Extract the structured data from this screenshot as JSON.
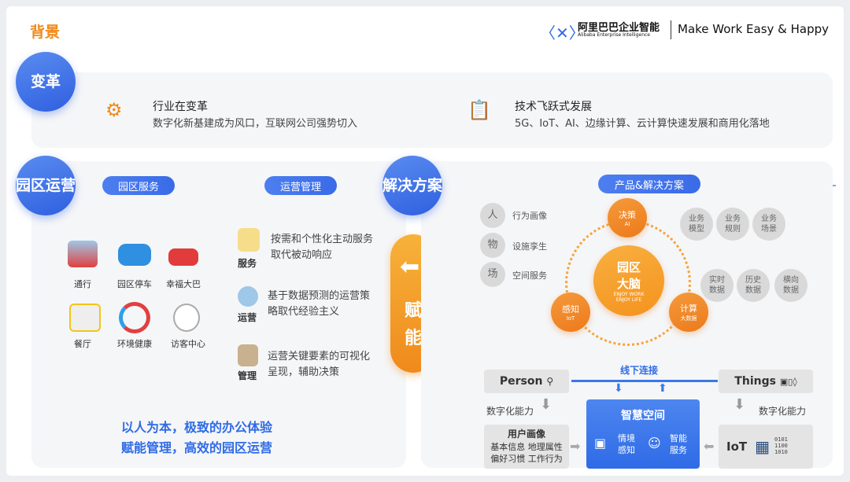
{
  "header": {
    "title": "背景",
    "brand_cn": "阿里巴巴企业智能",
    "brand_en": "Alibaba Enterprise Intelligence",
    "slogan": "Make Work Easy & Happy"
  },
  "change": {
    "circle": "变革",
    "items": [
      {
        "title": "行业在变革",
        "desc": "数字化新基建成为风口，互联网公司强势切入"
      },
      {
        "title": "技术飞跃式发展",
        "desc": "5G、IoT、AI、边缘计算、云计算快速发展和商用化落地"
      }
    ]
  },
  "ops": {
    "circle": "园区运营",
    "pill_service": "园区服务",
    "pill_manage": "运营管理",
    "services": [
      "通行",
      "园区停车",
      "幸福大巴",
      "餐厅",
      "环境健康",
      "访客中心"
    ],
    "manage": [
      {
        "label": "服务",
        "desc": "按需和个性化主动服务取代被动响应"
      },
      {
        "label": "运营",
        "desc": "基于数据预测的运营策略取代经验主义"
      },
      {
        "label": "管理",
        "desc": "运营关键要素的可视化呈现，辅助决策"
      }
    ],
    "slogan1": "以人为本，极致的办公体验",
    "slogan2": "赋能管理，高效的园区运营"
  },
  "empower": "赋能",
  "solution": {
    "circle": "解决方案",
    "pill": "产品&解决方案",
    "left": [
      {
        "c": "人",
        "t": "行为画像"
      },
      {
        "c": "物",
        "t": "设施孪生"
      },
      {
        "c": "场",
        "t": "空间服务"
      }
    ],
    "brain": {
      "title1": "园区",
      "title2": "大脑",
      "en1": "ENJOY WORK",
      "en2": "ENJOY LIFE"
    },
    "nodes": [
      {
        "t": "决策",
        "s": "AI"
      },
      {
        "t": "感知",
        "s": "IoT"
      },
      {
        "t": "计算",
        "s": "大数据"
      }
    ],
    "biz": [
      "业务模型",
      "业务规则",
      "业务场景"
    ],
    "data": [
      "实时数据",
      "历史数据",
      "横向数据"
    ],
    "offline": "线下连接",
    "person": "Person",
    "things": "Things",
    "digital": "数字化能力",
    "profile": {
      "title": "用户画像",
      "l1": "基本信息 地理属性",
      "l2": "偏好习惯 工作行为"
    },
    "space": {
      "title": "智慧空间",
      "a": "情境感知",
      "b": "智能服务"
    },
    "iot": "IoT"
  }
}
